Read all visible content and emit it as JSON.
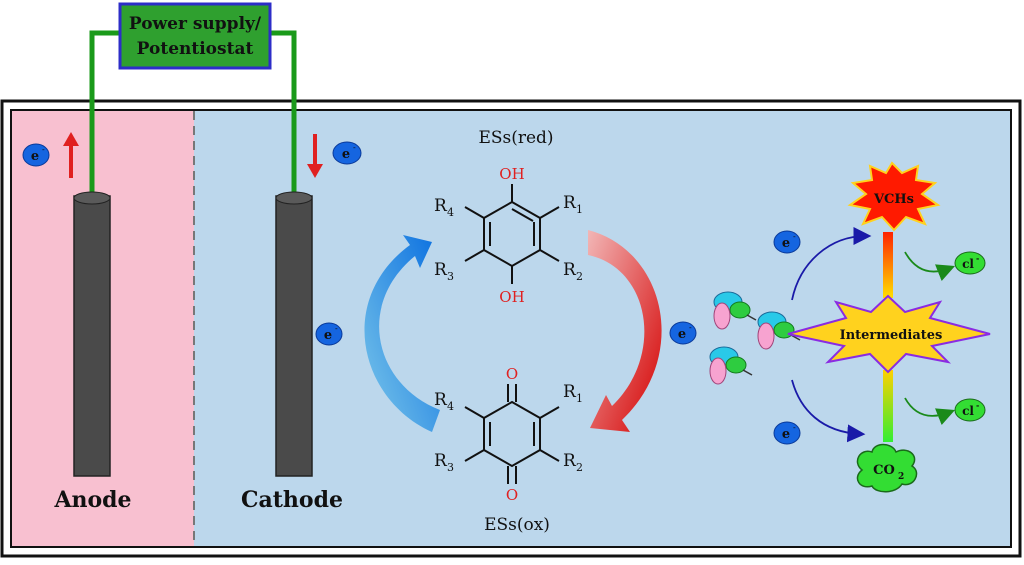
{
  "power_supply": {
    "line1": "Power supply/",
    "line2": "Potentiostat"
  },
  "electrodes": {
    "anode": "Anode",
    "cathode": "Cathode"
  },
  "electron_symbol": "e",
  "electron_charge": "-",
  "mediators": {
    "reduced_label": "ESs(red)",
    "oxidized_label": "ESs(ox)",
    "oh": "OH",
    "o": "O",
    "substituents": [
      "R",
      "R",
      "R",
      "R"
    ],
    "subscripts": [
      "4",
      "1",
      "3",
      "2"
    ]
  },
  "products": {
    "vchs": "VCHs",
    "intermediates": "Intermediates",
    "co2_main": "CO",
    "co2_sub": "2",
    "chloride": "cl"
  },
  "colors": {
    "anode_bg": "#f8c0d0",
    "cathode_bg": "#bcd7ec",
    "wire": "#1a9a1a",
    "power_box": "#2fa02f",
    "power_border": "#2d2dc8",
    "electrode": "#4a4a4a",
    "electron": "#1565e0",
    "red_arrow": "#e02020",
    "blue_arrow": "#1e8ee8",
    "burst_red": "#ff1a00",
    "burst_yellow": "#ffd21e",
    "green_blob": "#33dd33"
  }
}
